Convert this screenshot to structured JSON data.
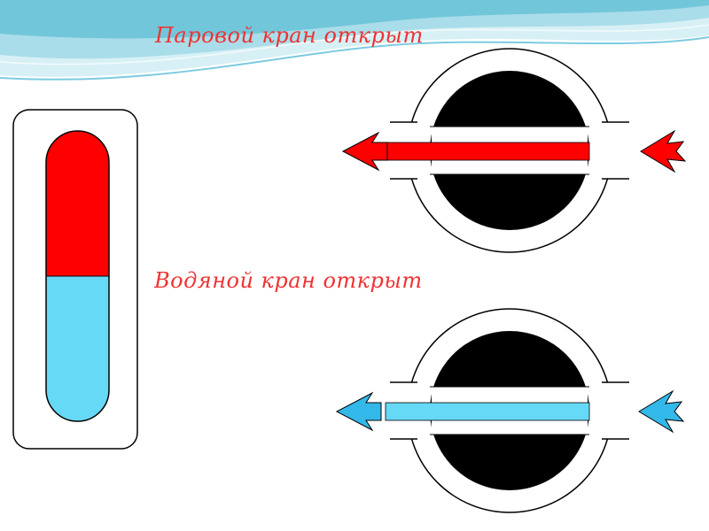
{
  "labels": {
    "steam_valve": "Паровой кран открыт",
    "water_valve": "Водяной кран открыт"
  },
  "colors": {
    "steam": "#ff0000",
    "water": "#66d9f6",
    "valve_body": "#000000",
    "valve_outline": "#000000",
    "label_text": "#ee3333",
    "wave_light": "#c9ecf2",
    "wave_mid": "#86cfe0",
    "wave_dark": "#4fb2cc"
  },
  "gauge_glass": {
    "steam_fraction": 0.5,
    "water_fraction": 0.5
  },
  "valves": [
    {
      "name": "steam",
      "state": "open"
    },
    {
      "name": "water",
      "state": "open"
    }
  ]
}
